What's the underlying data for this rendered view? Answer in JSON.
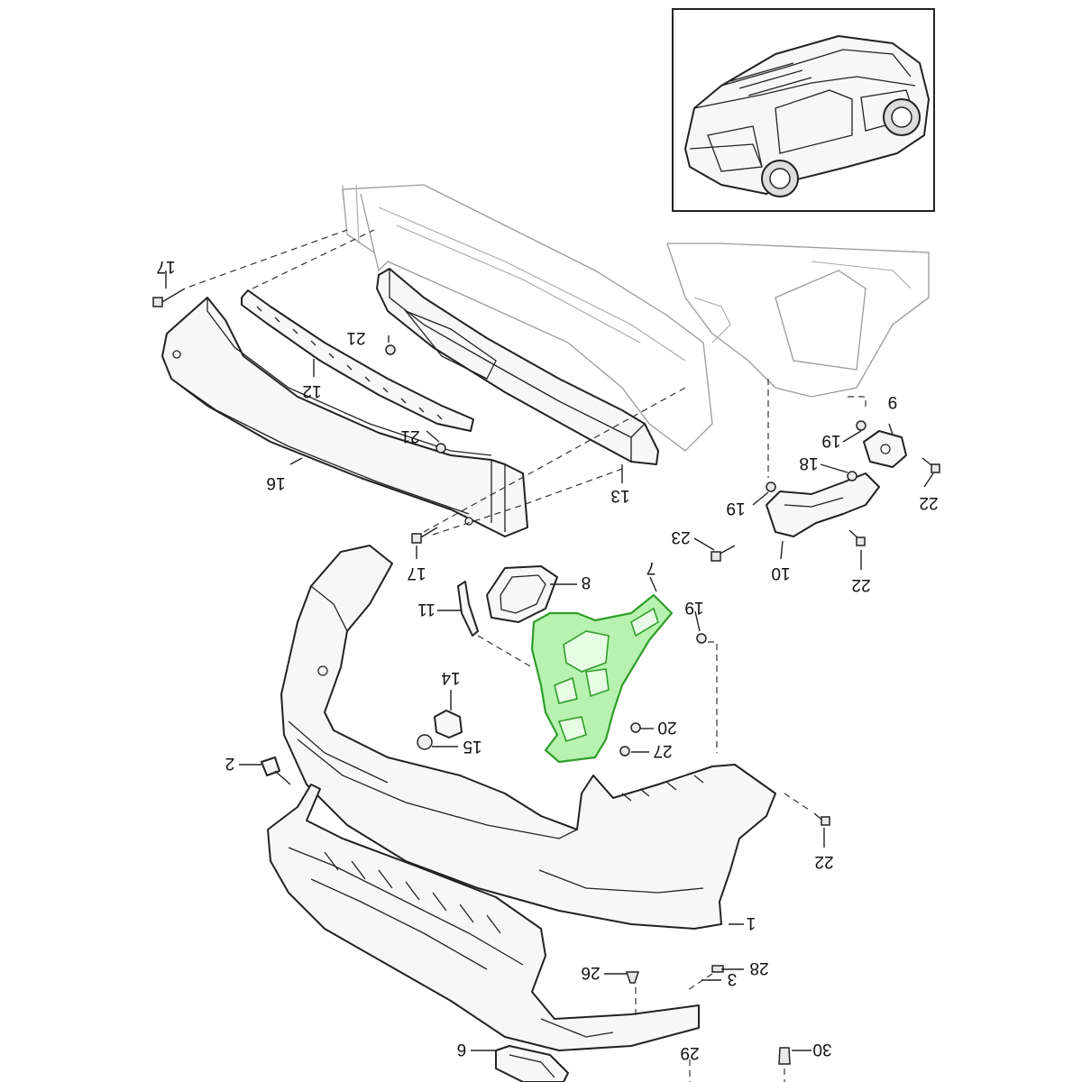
{
  "callouts": {
    "c1": "1",
    "c2": "2",
    "c3": "3",
    "c6": "6",
    "c7": "7",
    "c8": "8",
    "c9": "9",
    "c10": "10",
    "c11": "11",
    "c12": "12",
    "c13": "13",
    "c14": "14",
    "c15": "15",
    "c16": "16",
    "c17a": "17",
    "c17b": "17",
    "c18": "18",
    "c19a": "19",
    "c19b": "19",
    "c19c": "19",
    "c20": "20",
    "c21a": "21",
    "c21b": "21",
    "c22a": "22",
    "c22b": "22",
    "c22c": "22",
    "c23": "23",
    "c26": "26",
    "c27": "27",
    "c28": "28",
    "c29": "29",
    "c30": "30"
  },
  "highlight": {
    "part": "7",
    "color": "#2f9e2a",
    "fill": "#b7f2b0"
  }
}
